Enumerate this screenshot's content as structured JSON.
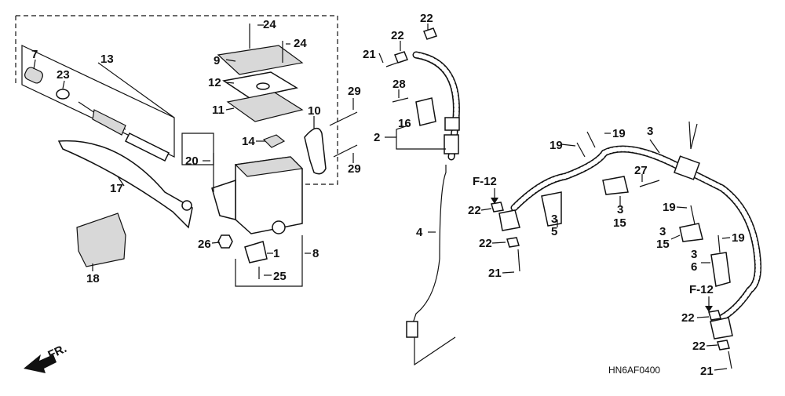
{
  "diagram": {
    "code": "HN6AF0400",
    "direction_label": "FR.",
    "labels": [
      "1",
      "2",
      "3",
      "4",
      "5",
      "6",
      "7",
      "8",
      "9",
      "10",
      "11",
      "12",
      "13",
      "14",
      "15",
      "16",
      "17",
      "18",
      "19",
      "20",
      "21",
      "22",
      "23",
      "24",
      "25",
      "26",
      "27",
      "28",
      "29"
    ],
    "ref_label": "F-12"
  }
}
